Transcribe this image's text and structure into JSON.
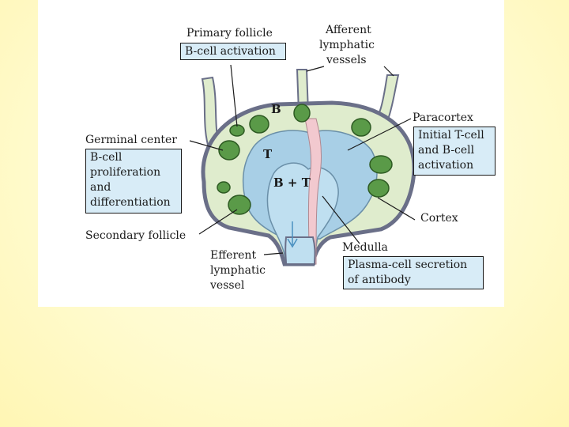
{
  "diagram": {
    "labels": {
      "primary_follicle": "Primary follicle",
      "afferent": [
        "Afferent",
        "lymphatic",
        "vessels"
      ],
      "paracortex": "Paracortex",
      "germinal_center": "Germinal center",
      "cortex": "Cortex",
      "secondary_follicle": "Secondary follicle",
      "efferent": [
        "Efferent",
        "lymphatic",
        "vessel"
      ],
      "medulla": "Medulla",
      "region_b": "B",
      "region_t": "T",
      "region_bt": "B + T"
    },
    "boxes": {
      "b_cell_activation": "B-cell activation",
      "proliferation": "B-cell\nproliferation\nand\ndifferentiation",
      "tcell_activation": "Initial T-cell\nand B-cell\nactivation",
      "plasma": "Plasma-cell secretion\nof antibody"
    },
    "colors": {
      "cortex": "#dfeccd",
      "paracortex": "#a8cfe6",
      "inner_medulla": "#bfdff0",
      "vessel": "#f2c9cf",
      "follicle": "#4e8a3c",
      "capsule": "#6a6f88"
    }
  }
}
